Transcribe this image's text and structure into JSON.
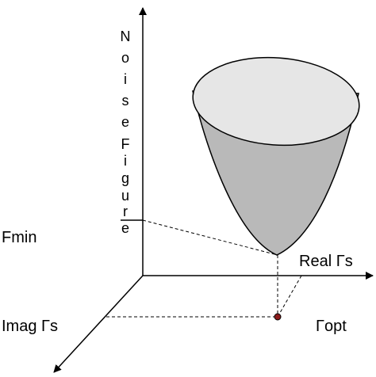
{
  "labels": {
    "fmin": "Fmin",
    "real_axis": "Real Γs",
    "imag_axis": "Imag Γs",
    "gamma_opt": "Γopt",
    "noise_figure_chars": [
      "N",
      "o",
      "i",
      "s",
      "e",
      "F",
      "i",
      "g",
      "u",
      "r",
      "e"
    ]
  },
  "colors": {
    "cone_fill": "#b9b9b9",
    "rim_fill": "#e6e6e6",
    "lines": "#000000",
    "point": "#8b1a1a"
  }
}
